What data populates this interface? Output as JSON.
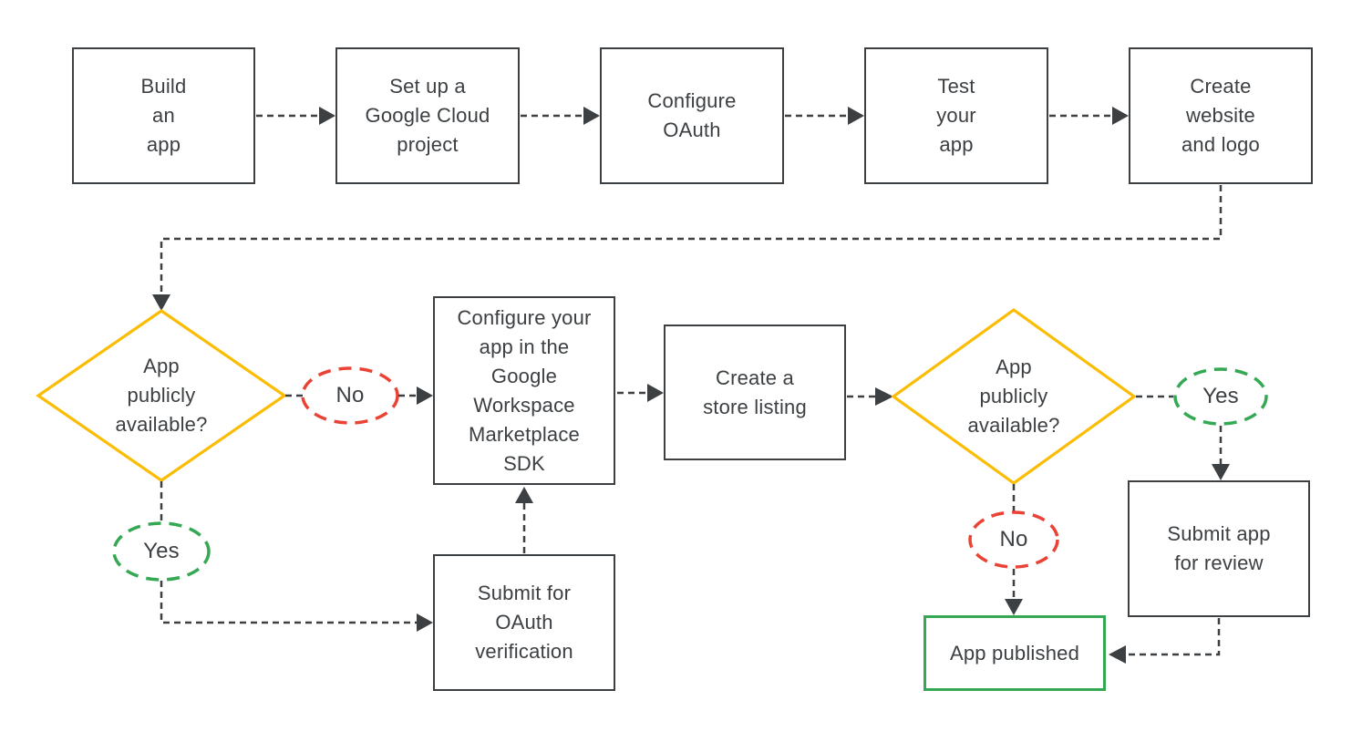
{
  "palette": {
    "ink": "#3C4043",
    "yellow": "#FBBC04",
    "red": "#EA4335",
    "green": "#34A853"
  },
  "steps": {
    "build_app": {
      "label": "Build\nan\napp"
    },
    "cloud_project": {
      "label": "Set up a\nGoogle Cloud\nproject"
    },
    "configure_oauth": {
      "label": "Configure\nOAuth"
    },
    "test_app": {
      "label": "Test\nyour\napp"
    },
    "create_website": {
      "label": "Create\nwebsite\nand logo"
    },
    "configure_sdk": {
      "label": "Configure your\napp in the\nGoogle\nWorkspace\nMarketplace\nSDK"
    },
    "store_listing": {
      "label": "Create a\nstore listing"
    },
    "submit_oauth": {
      "label": "Submit for\nOAuth\nverification"
    },
    "submit_review": {
      "label": "Submit app\nfor review"
    },
    "app_published": {
      "label": "App published"
    }
  },
  "decisions": {
    "left": {
      "label": "App\npublicly\navailable?"
    },
    "right": {
      "label": "App\npublicly\navailable?"
    }
  },
  "branches": {
    "left_no": {
      "label": "No"
    },
    "left_yes": {
      "label": "Yes"
    },
    "right_yes": {
      "label": "Yes"
    },
    "right_no": {
      "label": "No"
    }
  }
}
